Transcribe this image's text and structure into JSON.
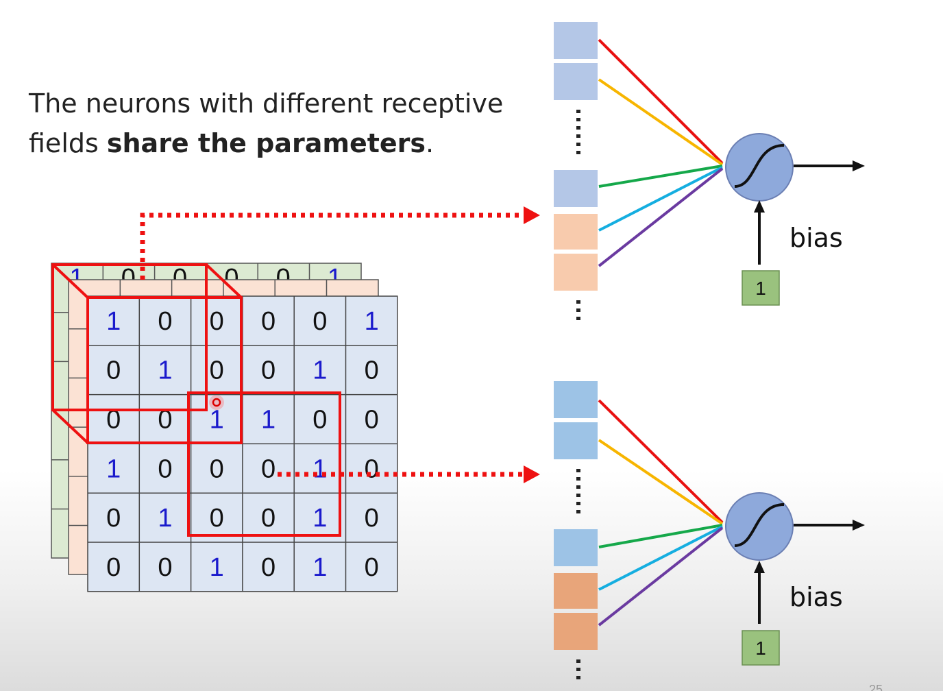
{
  "caption": {
    "part1": "The neurons with different receptive fields ",
    "bold": "share the parameters",
    "part2": "."
  },
  "grid": [
    [
      "1",
      "0",
      "0",
      "0",
      "0",
      "1"
    ],
    [
      "0",
      "1",
      "0",
      "0",
      "1",
      "0"
    ],
    [
      "0",
      "0",
      "1",
      "1",
      "0",
      "0"
    ],
    [
      "1",
      "0",
      "0",
      "0",
      "1",
      "0"
    ],
    [
      "0",
      "1",
      "0",
      "0",
      "1",
      "0"
    ],
    [
      "0",
      "0",
      "1",
      "0",
      "1",
      "0"
    ]
  ],
  "back_layer_row": [
    "1",
    "0",
    "0",
    "0",
    "0",
    "1"
  ],
  "neuron_top": {
    "bias_label": "bias",
    "bias_input": "1"
  },
  "neuron_bottom": {
    "bias_label": "bias",
    "bias_input": "1"
  },
  "colors": {
    "one_digit": "#1a1acc",
    "zero_digit": "#111111",
    "grid_fill": "#dde6f3",
    "green_layer": "#dcead2",
    "peach_layer": "#fbe2d4",
    "highlight": "#ee1111",
    "edge_colors": [
      "#e81010",
      "#f7b500",
      "#15a84a",
      "#15aee0",
      "#6a3aa0"
    ]
  },
  "page_number": "25"
}
